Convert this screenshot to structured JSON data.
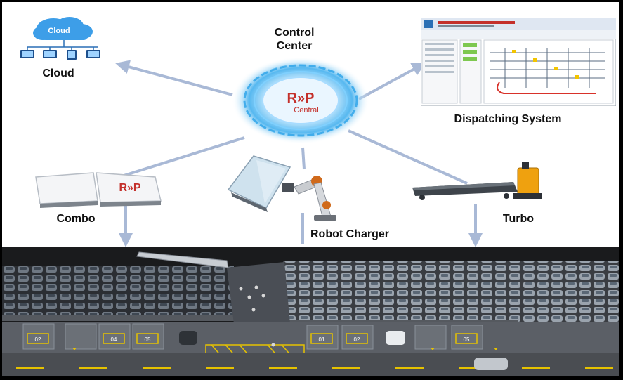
{
  "nodes": {
    "cloud": {
      "label": "Cloud",
      "badge": "Cloud"
    },
    "control_center": {
      "label_line1": "Control",
      "label_line2": "Center",
      "logo": "R»P",
      "logo_sub": "Central"
    },
    "dispatching": {
      "label": "Dispatching System"
    },
    "combo": {
      "label": "Combo",
      "logo": "R»P"
    },
    "robot_charger": {
      "label": "Robot Charger"
    },
    "turbo": {
      "label": "Turbo"
    }
  },
  "garage": {
    "bay_numbers_left": [
      "02",
      "04",
      "05"
    ],
    "bay_numbers_right": [
      "01",
      "02",
      "05"
    ]
  },
  "colors": {
    "arrow": "#a9b9d6",
    "glow": "#2aa3e8",
    "logo_red": "#c4302b",
    "garage_bg": "#3a3d42",
    "lane": "#e6c200"
  }
}
